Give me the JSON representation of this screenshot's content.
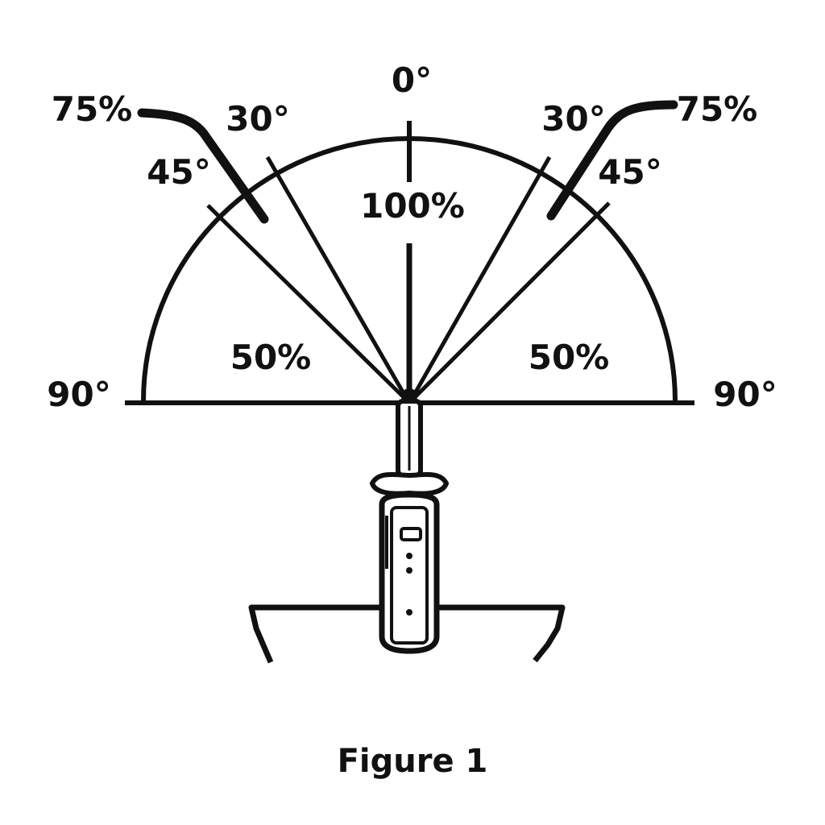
{
  "labels": {
    "deg_0": "0°",
    "deg_30_left": "30°",
    "deg_30_right": "30°",
    "deg_45_left": "45°",
    "deg_45_right": "45°",
    "deg_90_left": "90°",
    "deg_90_right": "90°",
    "pct_75_left": "75%",
    "pct_75_right": "75%",
    "pct_100": "100%",
    "pct_50_left": "50%",
    "pct_50_right": "50%"
  },
  "caption": "Figure 1",
  "colors": {
    "ink": "#111111",
    "background": "#ffffff"
  }
}
